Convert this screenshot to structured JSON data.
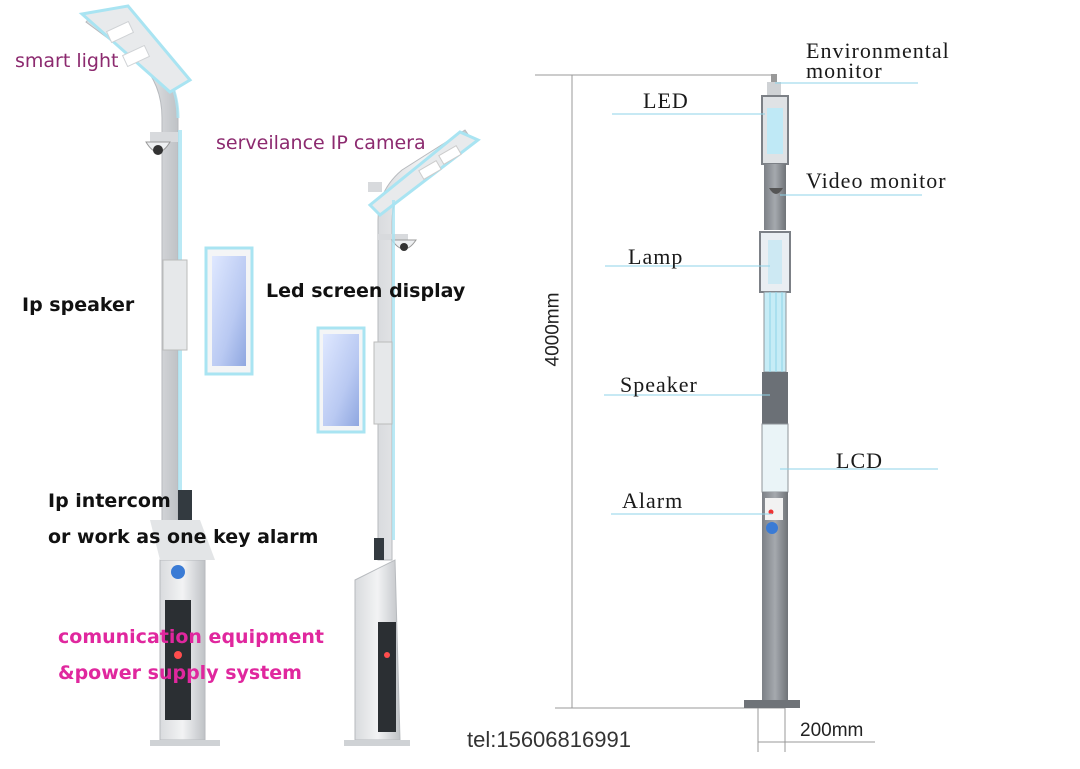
{
  "left_labels": {
    "smart_light": "smart light",
    "camera": "serveilance IP camera",
    "speaker": "Ip speaker",
    "led_screen": "Led screen display",
    "intercom_line1": "Ip intercom",
    "intercom_line2": "or work as one key alarm",
    "comm_line1": "comunication equipment",
    "comm_line2": "&power supply system"
  },
  "right_labels": {
    "env_line1": "Environmental",
    "env_line2": "monitor",
    "led": "LED",
    "video_monitor": "Video monitor",
    "lamp": "Lamp",
    "speaker": "Speaker",
    "lcd": "LCD",
    "alarm": "Alarm"
  },
  "dimensions": {
    "height": "4000mm",
    "width": "200mm"
  },
  "contact": {
    "tel": "tel:15606816991"
  },
  "colors": {
    "label_purple": "#8c2a6f",
    "label_magenta": "#e0279e",
    "pole_gray": "#c9ccd0",
    "pole_dark": "#8f949a",
    "leader_cyan": "#8fd3e8",
    "glow_cyan": "#a9e4f2"
  }
}
